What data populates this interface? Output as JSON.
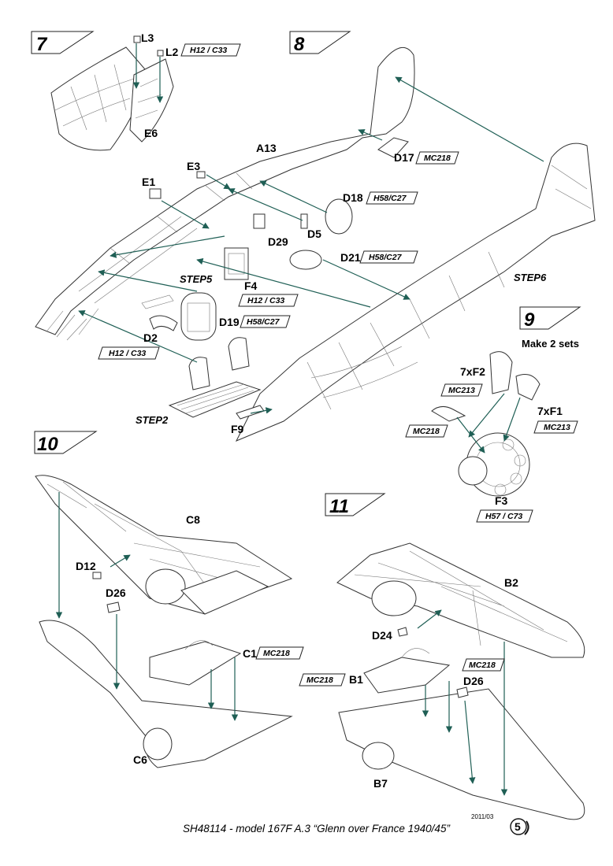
{
  "steps": {
    "s7": "7",
    "s8": "8",
    "s9": "9",
    "s10": "10",
    "s11": "11"
  },
  "step9_note": "Make 2 sets",
  "parts": {
    "L3": "L3",
    "L2": "L2",
    "E6": "E6",
    "A13": "A13",
    "E3": "E3",
    "E1": "E1",
    "D17": "D17",
    "D18": "D18",
    "D29": "D29",
    "D5": "D5",
    "D21": "D21",
    "F4": "F4",
    "D19": "D19",
    "D2": "D2",
    "F9": "F9",
    "F2": "7xF2",
    "F1": "7xF1",
    "F3": "F3",
    "C8": "C8",
    "D12": "D12",
    "D26a": "D26",
    "C1": "C1",
    "C6": "C6",
    "B2": "B2",
    "D24": "D24",
    "D26b": "D26",
    "B1": "B1",
    "B7": "B7"
  },
  "paints": {
    "L2": "H12 / C33",
    "D17": "MC218",
    "D18": "H58/C27",
    "D21": "H58/C27",
    "F4": "H12 / C33",
    "D19": "H58/C27",
    "D2": "H12 / C33",
    "F2": "MC213",
    "F1": "MC213",
    "belts": "MC218",
    "F3": "H57 / C73",
    "C1": "MC218",
    "B1": "MC218",
    "D26b": "MC218"
  },
  "step_labels": {
    "step5": "STEP5",
    "step6": "STEP6",
    "step2": "STEP2"
  },
  "date_code": "2011/03",
  "page_number": "5",
  "footer": "SH48114 - model 167F A.3 “Glenn over France 1940/45”",
  "colors": {
    "arrow": "#1f5f55",
    "ink": "#222222"
  }
}
